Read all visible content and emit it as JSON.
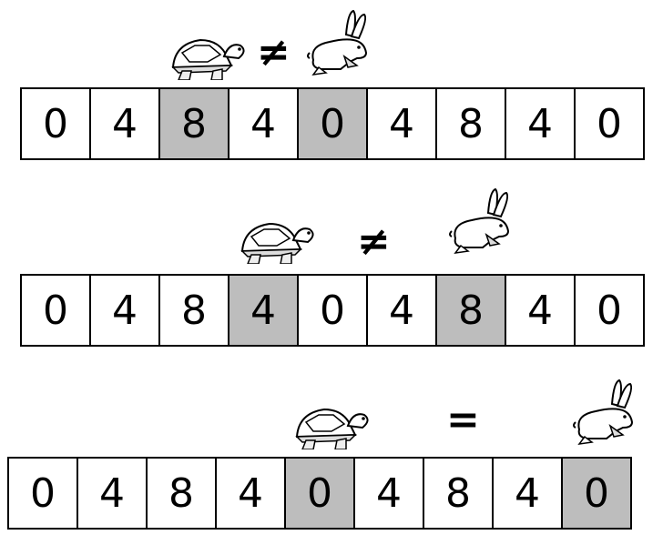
{
  "rows": [
    {
      "cells": [
        "0",
        "4",
        "8",
        "4",
        "0",
        "4",
        "8",
        "4",
        "0"
      ],
      "highlighted": [
        2,
        4
      ],
      "relation": "≠"
    },
    {
      "cells": [
        "0",
        "4",
        "8",
        "4",
        "0",
        "4",
        "8",
        "4",
        "0"
      ],
      "highlighted": [
        3,
        6
      ],
      "relation": "≠"
    },
    {
      "cells": [
        "0",
        "4",
        "8",
        "4",
        "0",
        "4",
        "8",
        "4",
        "0"
      ],
      "highlighted": [
        4,
        8
      ],
      "relation": "="
    }
  ],
  "colors": {
    "highlight": "#bdbdbd",
    "border": "#000000"
  },
  "icons": [
    "tortoise-icon",
    "hare-icon"
  ]
}
